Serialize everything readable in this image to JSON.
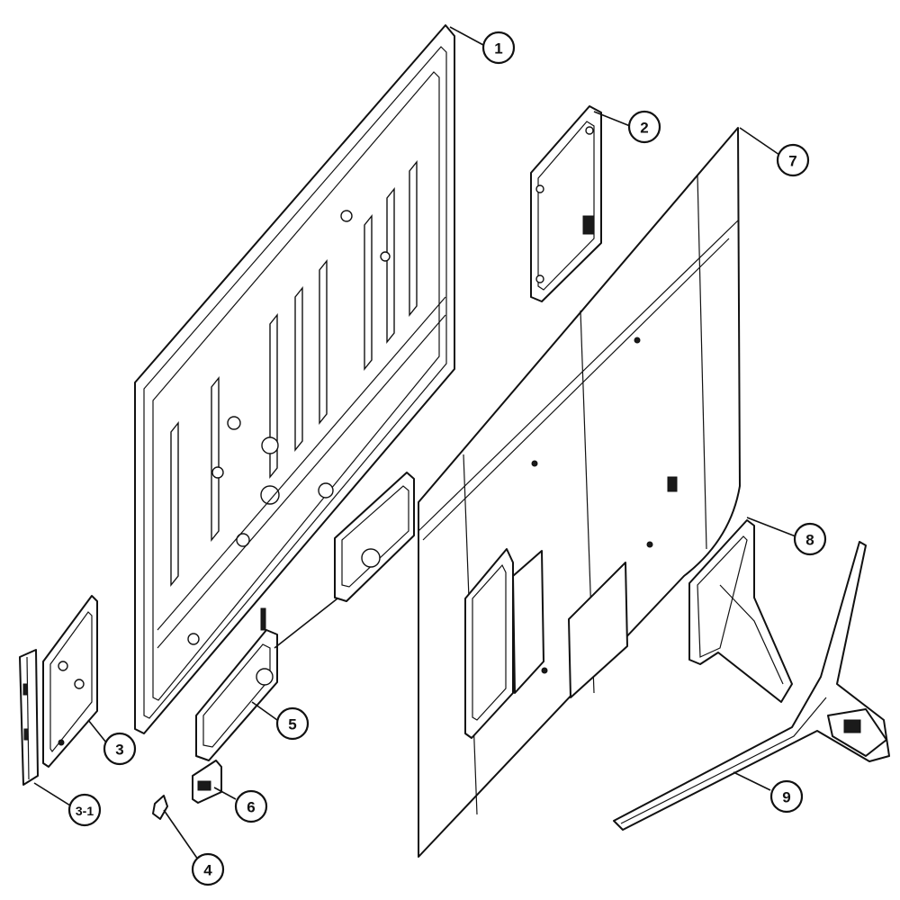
{
  "diagram": {
    "type": "exploded-parts-view",
    "callouts": [
      {
        "id": "1",
        "label": "1"
      },
      {
        "id": "2",
        "label": "2"
      },
      {
        "id": "3",
        "label": "3"
      },
      {
        "id": "3-1",
        "label": "3-1"
      },
      {
        "id": "4",
        "label": "4"
      },
      {
        "id": "5",
        "label": "5"
      },
      {
        "id": "6",
        "label": "6"
      },
      {
        "id": "7",
        "label": "7"
      },
      {
        "id": "8",
        "label": "8"
      },
      {
        "id": "9",
        "label": "9"
      }
    ]
  },
  "colors": {
    "line": "#111111",
    "background": "#ffffff"
  }
}
